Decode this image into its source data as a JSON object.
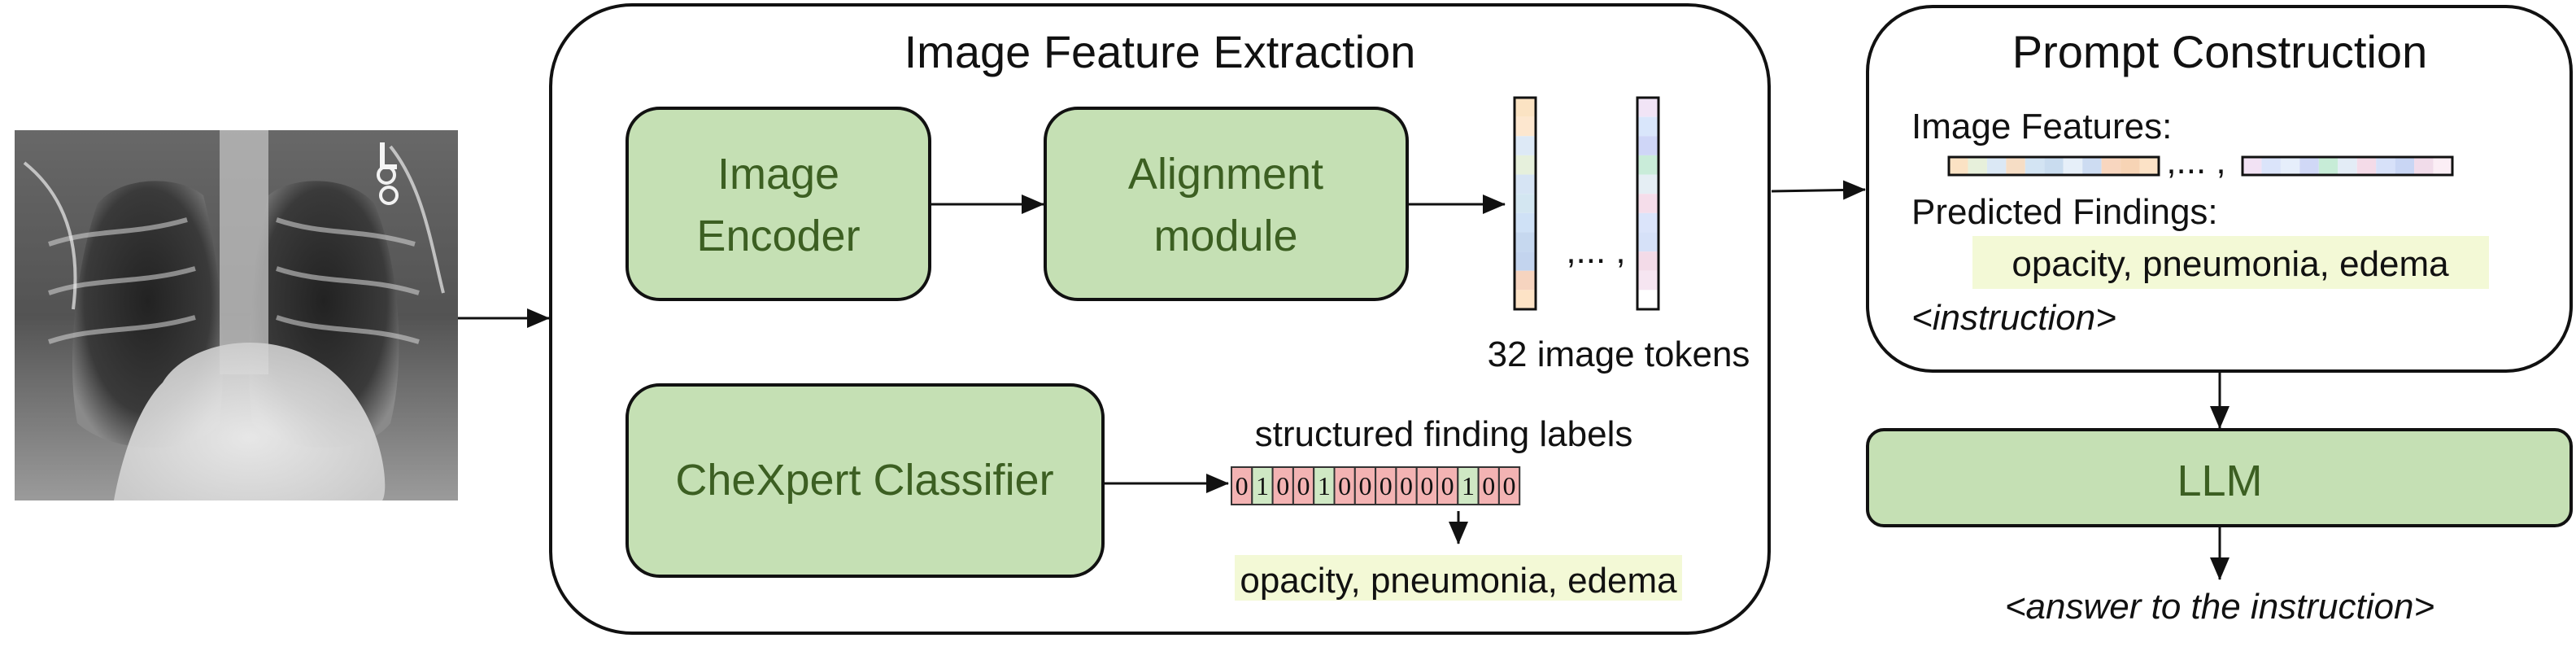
{
  "panels": {
    "feature_extraction": {
      "title": "Image Feature Extraction"
    },
    "prompt_construction": {
      "title": "Prompt Construction"
    }
  },
  "boxes": {
    "image_encoder": {
      "line1": "Image",
      "line2": "Encoder"
    },
    "alignment_module": {
      "line1": "Alignment",
      "line2": "module"
    },
    "chexpert_classifier": {
      "label": "CheXpert Classifier"
    },
    "llm": {
      "label": "LLM"
    }
  },
  "tokens": {
    "ellipsis": ",... ,",
    "caption": "32 image tokens",
    "left_colors": [
      "#fbe3c3",
      "#fde7cf",
      "#dde9f6",
      "#e6f0dc",
      "#d6e4f4",
      "#d3e6f1",
      "#cfe1f6",
      "#c6d8ef",
      "#c3d4ee",
      "#f6d4bf",
      "#fde3c6"
    ],
    "right_colors": [
      "#f1e4f6",
      "#d9e6fb",
      "#cfd6f7",
      "#c9ecd9",
      "#e5eef4",
      "#f5ddea",
      "#dbe4fa",
      "#d6e1f8",
      "#f3dbe8",
      "#f6e5f1",
      "#ffffff"
    ]
  },
  "findings": {
    "title": "structured finding labels",
    "bits": [
      "0",
      "1",
      "0",
      "0",
      "1",
      "0",
      "0",
      "0",
      "0",
      "0",
      "0",
      "1",
      "0",
      "0"
    ],
    "one_color": "#cfe8c4",
    "zero_color": "#f3b3b3",
    "text": "opacity, pneumonia, edema"
  },
  "prompt": {
    "image_features_label": "Image Features:",
    "feature_ellipsis": ",... ,",
    "feature_left_colors": [
      "#fbe2c4",
      "#e7f0db",
      "#dbe8f5",
      "#f6ddc5",
      "#d3e4f3",
      "#c9dcef",
      "#e6eff9",
      "#cddcf2",
      "#f8d6bf",
      "#f7d4b5",
      "#fce2c6"
    ],
    "feature_right_colors": [
      "#f2e2f4",
      "#dbe4fa",
      "#e6eefb",
      "#d0d8f6",
      "#c7ecd7",
      "#e3ecf6",
      "#f4dbe8",
      "#d7e1f9",
      "#c9d6f4",
      "#f1dcea",
      "#fbeef5"
    ],
    "predicted_findings_label": "Predicted Findings:",
    "predicted_findings_text": "opacity, pneumonia, edema",
    "instruction": "<instruction>"
  },
  "output": {
    "answer": "<answer to the instruction>"
  },
  "colors": {
    "box_fill": "#c5e0b4",
    "box_text": "#3c5f22",
    "highlight": "#f3f9d6"
  }
}
